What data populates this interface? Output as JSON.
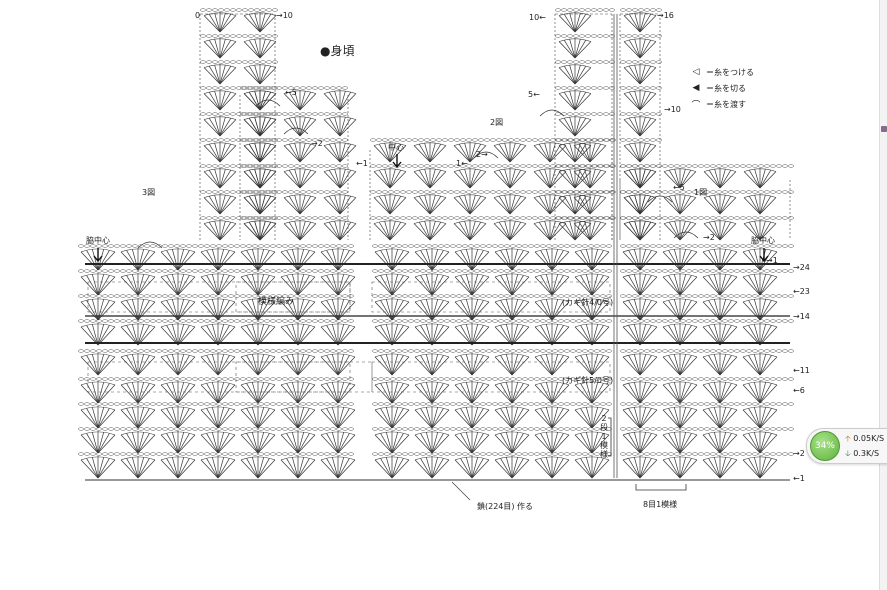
{
  "title": "●身頃",
  "legend": [
    {
      "icon": "attach-yarn-icon",
      "symbol": "◁",
      "label": "＝糸をつける"
    },
    {
      "icon": "cut-yarn-icon",
      "symbol": "◀",
      "label": "＝糸を切る"
    },
    {
      "icon": "carry-yarn-icon",
      "symbol": "⌒",
      "label": "＝糸を渡す"
    }
  ],
  "figures": {
    "fig1": "1図",
    "fig2": "2図",
    "fig3": "3図"
  },
  "markers": {
    "center": "中心",
    "side_center_left": "脇中心",
    "side_center_right": "脇中心"
  },
  "pattern_label": "模様編み",
  "hooks": {
    "upper": "(カギ針4/0号)",
    "lower": "(カギ針5/0号)"
  },
  "row_labels": {
    "left_strap": {
      "r0": "0",
      "r10": "→10",
      "r5": "←5",
      "r2": "→2",
      "r1": "←1"
    },
    "right_strap": {
      "r10": "10←",
      "r5": "5←",
      "r2": "2→",
      "r1": "1←"
    },
    "back_strap": {
      "r16": "→16",
      "r10": "→10",
      "r5": "←5",
      "r2": "→2",
      "r1": "→1"
    },
    "body": {
      "r24": "→24",
      "r23": "←23",
      "r14": "→14",
      "r11": "←11",
      "r6": "←6",
      "r2": "→2",
      "r1": "←1"
    }
  },
  "edge_rows": "2段1模様",
  "repeat": "8目1模様",
  "foundation": "鎖(224目) 作る",
  "network": {
    "percent": "34%",
    "upload": "0.05K/S",
    "download": "0.3K/S"
  }
}
